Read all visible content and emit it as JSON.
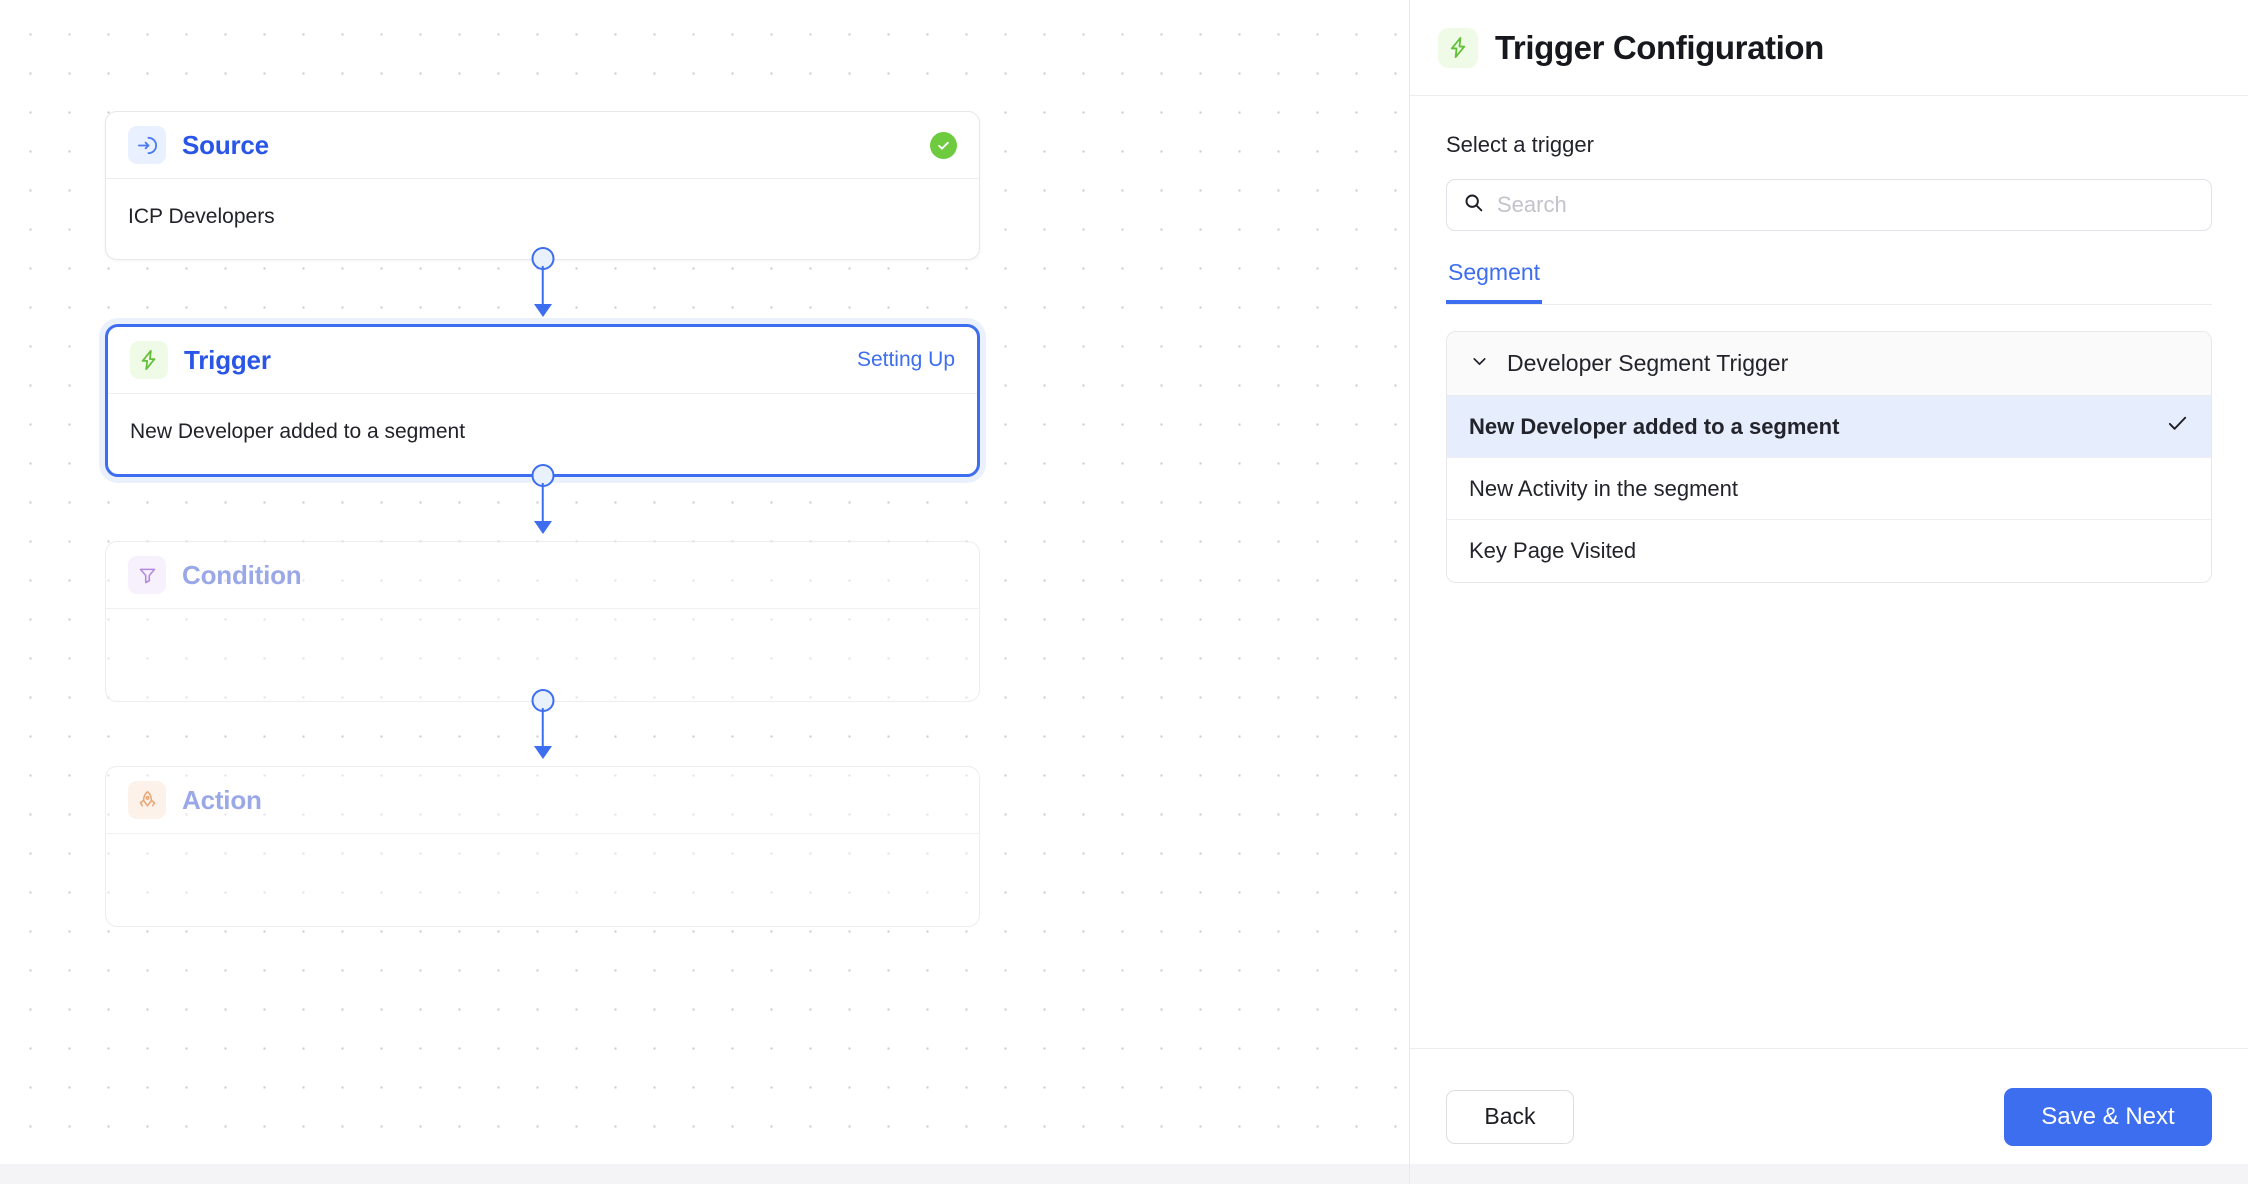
{
  "theme": {
    "accent_blue": "#3d6ef0",
    "title_blue": "#2a56e8",
    "faded_blue": "#9aa8e8",
    "green": "#6ecb40",
    "purple": "#b18ae0",
    "orange": "#eaa87a",
    "selected_row_bg": "#e6edfd"
  },
  "canvas": {
    "nodes": [
      {
        "id": "source",
        "title": "Source",
        "icon": "arrow-into-circle-icon",
        "status_badge": "check",
        "body": "ICP Developers",
        "state": "complete"
      },
      {
        "id": "trigger",
        "title": "Trigger",
        "icon": "lightning-bolt-icon",
        "status": "Setting Up",
        "body": "New Developer added to a segment",
        "state": "selected"
      },
      {
        "id": "condition",
        "title": "Condition",
        "icon": "funnel-icon",
        "body": "",
        "state": "disabled"
      },
      {
        "id": "action",
        "title": "Action",
        "icon": "rocket-icon",
        "body": "",
        "state": "disabled"
      }
    ]
  },
  "panel": {
    "header": {
      "icon": "lightning-bolt-icon",
      "title": "Trigger Configuration"
    },
    "select_label": "Select a trigger",
    "search": {
      "icon": "search-icon",
      "value": "",
      "placeholder": "Search"
    },
    "tabs": [
      {
        "label": "Segment",
        "active": true
      }
    ],
    "accordion": {
      "icon": "chevron-down-icon",
      "label": "Developer Segment Trigger",
      "options": [
        {
          "label": "New Developer added to a segment",
          "selected": true
        },
        {
          "label": "New Activity in the segment",
          "selected": false
        },
        {
          "label": "Key Page Visited",
          "selected": false
        }
      ]
    },
    "footer": {
      "back_label": "Back",
      "save_label": "Save & Next"
    }
  }
}
